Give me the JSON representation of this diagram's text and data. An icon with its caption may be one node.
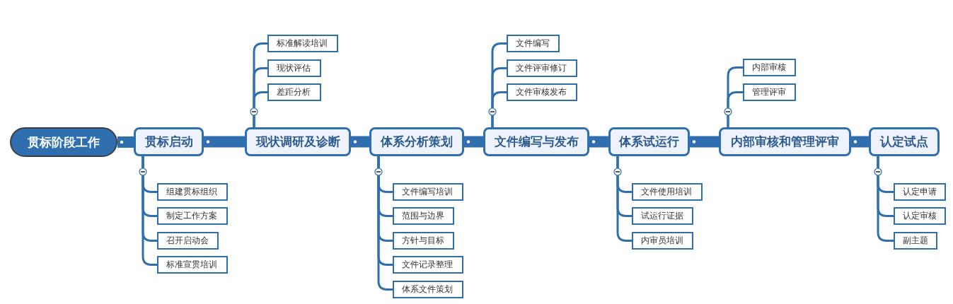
{
  "diagram": {
    "nodes": [
      {
        "text": [
          "贯标阶段工作"
        ]
      },
      {
        "text": [
          "贯标启动"
        ]
      },
      {
        "text": [
          "组建贯标组织"
        ]
      },
      {
        "text": [
          "制定工作方案"
        ]
      },
      {
        "text": [
          "召开启动会"
        ]
      },
      {
        "text": [
          "标准宣贯培训"
        ]
      },
      {
        "text": [
          "现状调研及诊断"
        ]
      },
      {
        "text": [
          "标准解读培训"
        ]
      },
      {
        "text": [
          "现状评估"
        ]
      },
      {
        "text": [
          "差距分析"
        ]
      },
      {
        "text": [
          "体系分析策划"
        ]
      },
      {
        "text": [
          "文件编写培训"
        ]
      },
      {
        "text": [
          "范围与边界"
        ]
      },
      {
        "text": [
          "方针与目标"
        ]
      },
      {
        "text": [
          "文件记录整理"
        ]
      },
      {
        "text": [
          "体系文件策划"
        ]
      },
      {
        "text": [
          "文件编写与发布"
        ]
      },
      {
        "text": [
          "文件编写"
        ]
      },
      {
        "text": [
          "文件评审修订"
        ]
      },
      {
        "text": [
          "文件审核发布"
        ]
      },
      {
        "text": [
          "体系试运行"
        ]
      },
      {
        "text": [
          "文件使用培训"
        ]
      },
      {
        "text": [
          "试运行证据"
        ]
      },
      {
        "text": [
          "内审员培训"
        ]
      },
      {
        "text": [
          "内部审核和管理评审"
        ]
      },
      {
        "text": [
          "内部审核"
        ]
      },
      {
        "text": [
          "管理评审"
        ]
      },
      {
        "text": [
          "认定试点"
        ]
      },
      {
        "text": [
          "认定申请"
        ]
      },
      {
        "text": [
          "认定审核"
        ]
      },
      {
        "text": [
          "副主题"
        ]
      }
    ],
    "edges": [
      {
        "from": 0,
        "to": 1,
        "arrow": "none",
        "style": "thick"
      },
      {
        "from": 1,
        "to": 6,
        "arrow": "none",
        "style": "thick"
      },
      {
        "from": 6,
        "to": 10,
        "arrow": "none",
        "style": "thick"
      },
      {
        "from": 10,
        "to": 16,
        "arrow": "none",
        "style": "thick"
      },
      {
        "from": 16,
        "to": 20,
        "arrow": "none",
        "style": "thick"
      },
      {
        "from": 20,
        "to": 24,
        "arrow": "none",
        "style": "thick"
      },
      {
        "from": 24,
        "to": 27,
        "arrow": "none",
        "style": "thick"
      },
      {
        "from": 1,
        "to": 2,
        "arrow": "none"
      },
      {
        "from": 1,
        "to": 3,
        "arrow": "none"
      },
      {
        "from": 1,
        "to": 4,
        "arrow": "none"
      },
      {
        "from": 1,
        "to": 5,
        "arrow": "none"
      },
      {
        "from": 6,
        "to": 7,
        "arrow": "none"
      },
      {
        "from": 6,
        "to": 8,
        "arrow": "none"
      },
      {
        "from": 6,
        "to": 9,
        "arrow": "none"
      },
      {
        "from": 10,
        "to": 11,
        "arrow": "none"
      },
      {
        "from": 10,
        "to": 12,
        "arrow": "none"
      },
      {
        "from": 10,
        "to": 13,
        "arrow": "none"
      },
      {
        "from": 10,
        "to": 14,
        "arrow": "none"
      },
      {
        "from": 10,
        "to": 15,
        "arrow": "none"
      },
      {
        "from": 16,
        "to": 17,
        "arrow": "none"
      },
      {
        "from": 16,
        "to": 18,
        "arrow": "none"
      },
      {
        "from": 16,
        "to": 19,
        "arrow": "none"
      },
      {
        "from": 20,
        "to": 21,
        "arrow": "none"
      },
      {
        "from": 20,
        "to": 22,
        "arrow": "none"
      },
      {
        "from": 20,
        "to": 23,
        "arrow": "none"
      },
      {
        "from": 24,
        "to": 25,
        "arrow": "none"
      },
      {
        "from": 24,
        "to": 26,
        "arrow": "none"
      },
      {
        "from": 27,
        "to": 28,
        "arrow": "none"
      },
      {
        "from": 27,
        "to": 29,
        "arrow": "none"
      },
      {
        "from": 27,
        "to": 30,
        "arrow": "none"
      }
    ]
  }
}
